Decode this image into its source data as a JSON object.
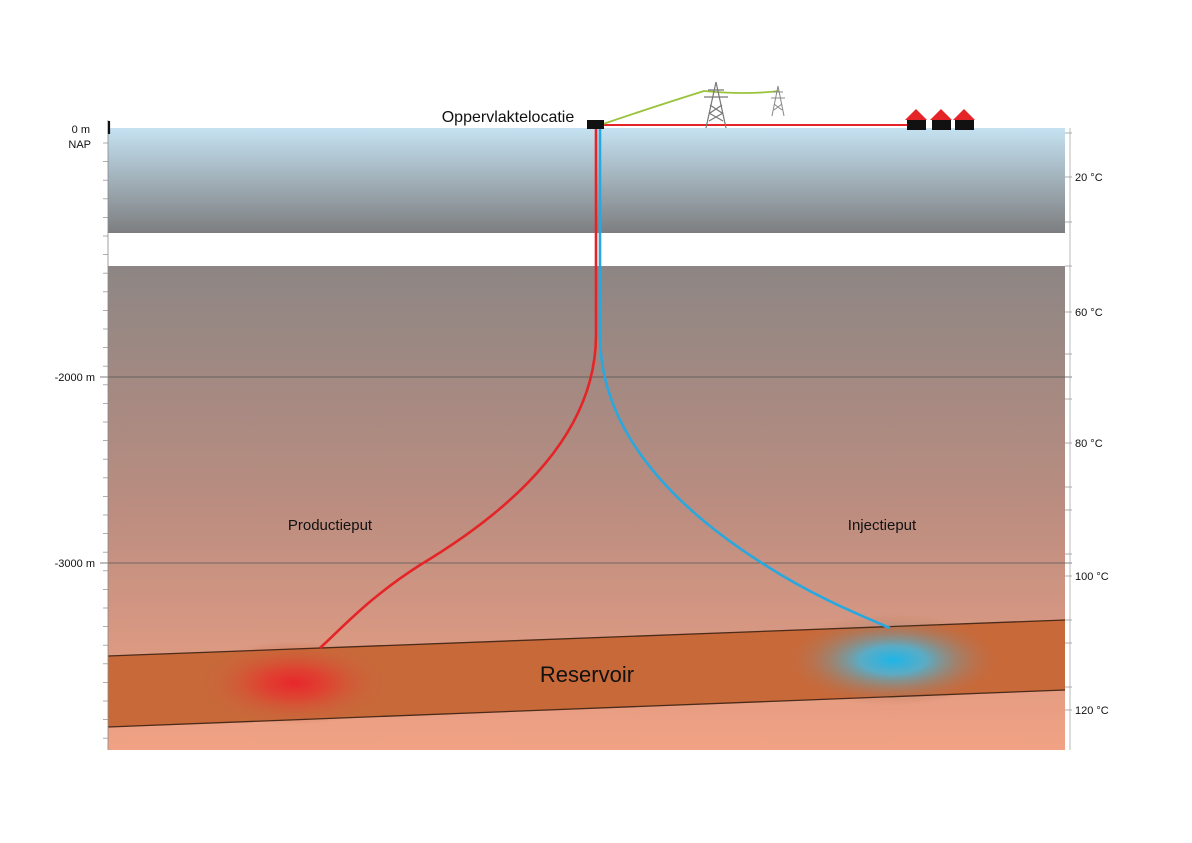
{
  "surface_label": "Oppervlaktelocatie",
  "depth_labels": {
    "zero": "0 m",
    "datum": "NAP",
    "d2000": "-2000 m",
    "d3000": "-3000 m"
  },
  "temperature_labels": {
    "t20": "20 °C",
    "t60": "60 °C",
    "t80": "80 °C",
    "t100": "100 °C",
    "t120": "120 °C"
  },
  "well_labels": {
    "production": "Productieput",
    "injection": "Injectieput"
  },
  "reservoir_label": "Reservoir",
  "colors": {
    "production_well": "#e52428",
    "injection_well": "#29a8e0",
    "power_line": "#9ac33c",
    "reservoir": "#c8693a",
    "house_roof": "#e52428"
  }
}
